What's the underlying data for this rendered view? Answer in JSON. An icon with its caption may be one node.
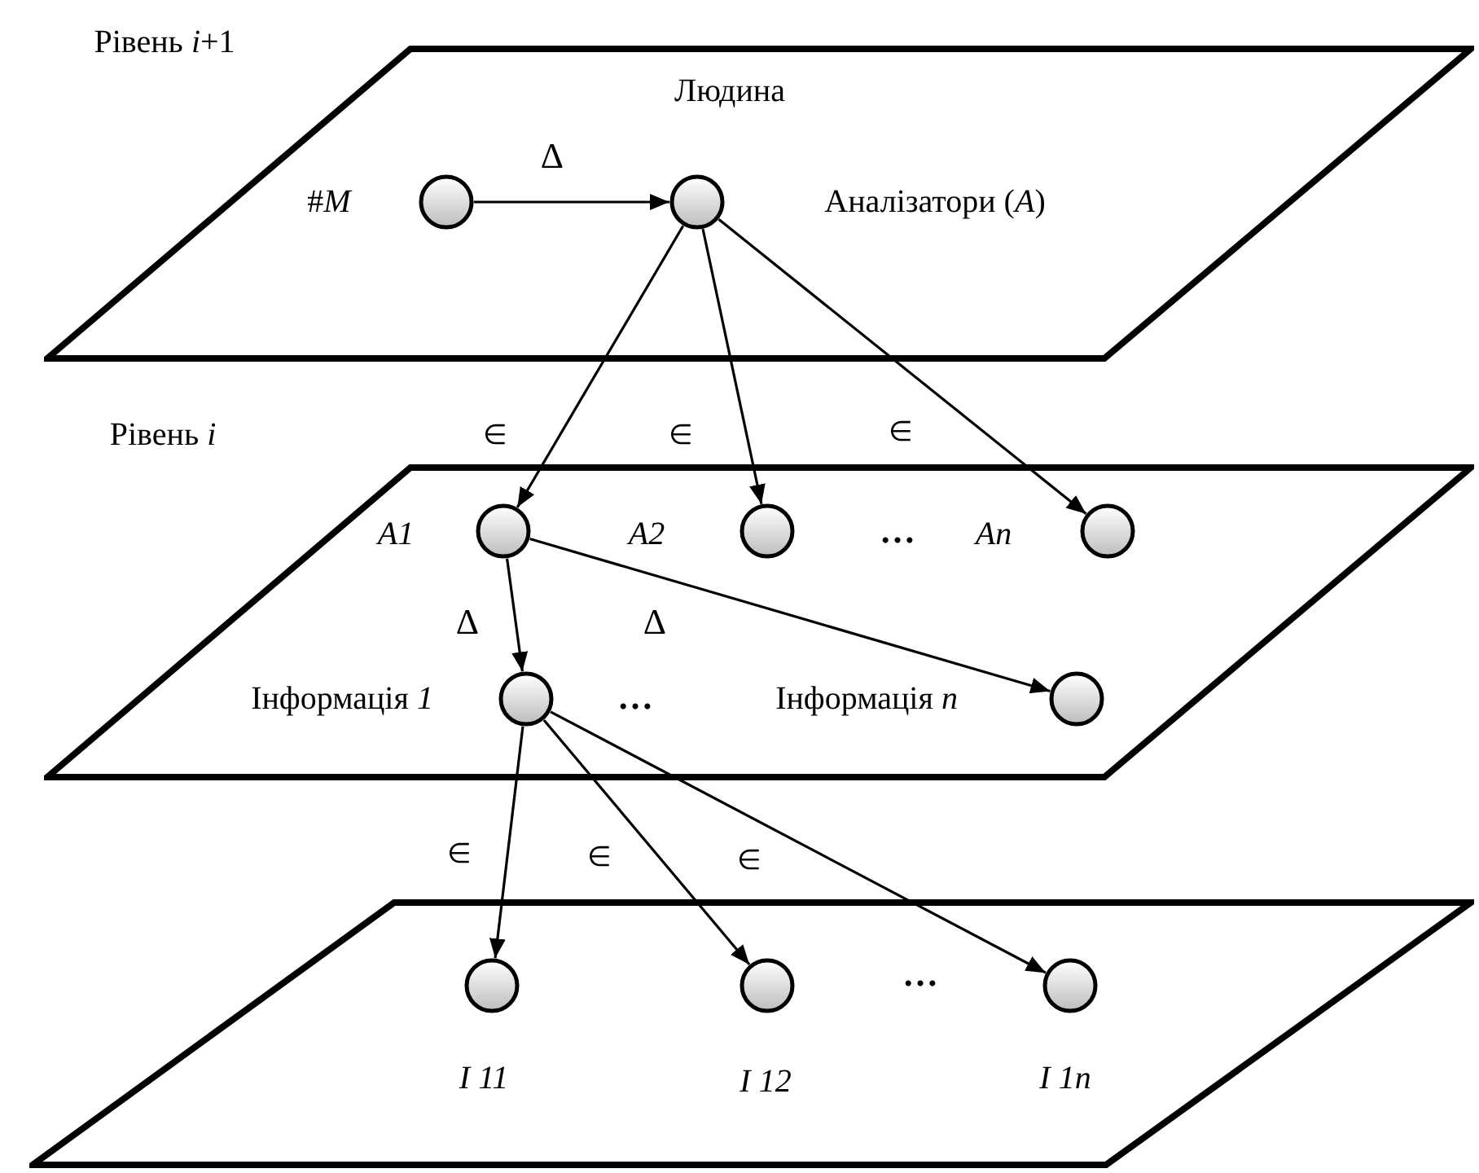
{
  "diagram": {
    "nodes": [
      {
        "text": [
          "Рівень *i*+1",
          "Людина"
        ]
      },
      {
        "text": [],
        "shape": "circle",
        "in": 0,
        "beside": [
          "#*M*"
        ]
      },
      {
        "text": [],
        "shape": "circle",
        "in": 0,
        "beside": [
          "Аналізатори (*A*)"
        ]
      },
      {
        "text": [
          "Рівень *i*"
        ]
      },
      {
        "text": [],
        "shape": "circle",
        "in": 3,
        "beside": [
          "A1"
        ]
      },
      {
        "text": [],
        "shape": "circle",
        "in": 3,
        "beside": [
          "A2"
        ]
      },
      {
        "text": [],
        "shape": "circle",
        "in": 3,
        "beside": [
          "An"
        ]
      },
      {
        "text": [],
        "shape": "circle",
        "in": 3,
        "beside": [
          "Інформація *1*"
        ]
      },
      {
        "text": [],
        "shape": "circle",
        "in": 3,
        "beside": [
          "Інформація *n*"
        ]
      },
      {
        "text": [],
        "shape": "parallelogram"
      },
      {
        "text": [],
        "shape": "circle",
        "in": 9,
        "beside": [
          "I 11"
        ]
      },
      {
        "text": [],
        "shape": "circle",
        "in": 9,
        "beside": [
          "I 12"
        ]
      },
      {
        "text": [],
        "shape": "circle",
        "in": 9,
        "beside": [
          "I 1n"
        ]
      }
    ],
    "edges": [
      {
        "from": 1,
        "to": 2,
        "arrow": "to",
        "label": "Δ"
      },
      {
        "from": 2,
        "to": 4,
        "arrow": "to",
        "label": "∈"
      },
      {
        "from": 2,
        "to": 5,
        "arrow": "to",
        "label": "∈"
      },
      {
        "from": 2,
        "to": 6,
        "arrow": "to",
        "label": "∈"
      },
      {
        "from": 4,
        "to": 7,
        "arrow": "to",
        "label": "Δ"
      },
      {
        "from": 4,
        "to": 8,
        "arrow": "to",
        "label": "Δ"
      },
      {
        "from": 7,
        "to": 10,
        "arrow": "to",
        "label": "∈"
      },
      {
        "from": 7,
        "to": 11,
        "arrow": "to",
        "label": "∈"
      },
      {
        "from": 7,
        "to": 12,
        "arrow": "to",
        "label": "∈"
      }
    ],
    "labels": [
      "…",
      "…",
      "…"
    ]
  }
}
